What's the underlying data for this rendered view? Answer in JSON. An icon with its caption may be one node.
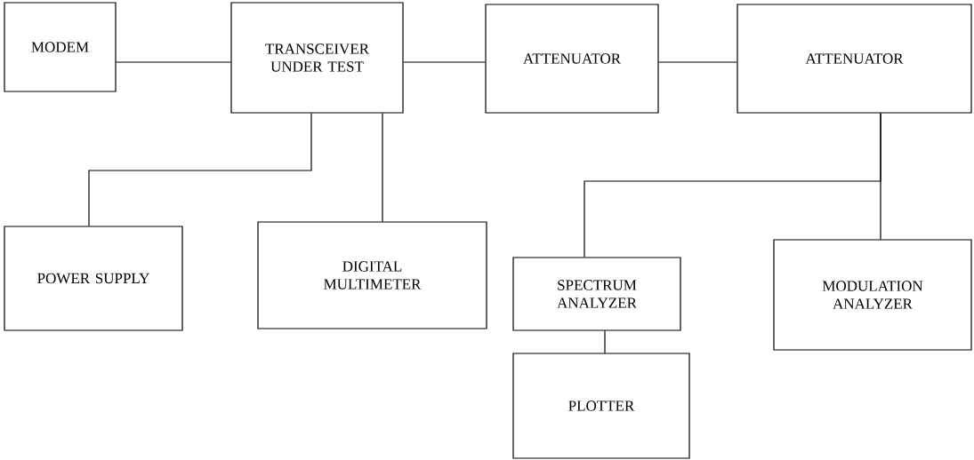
{
  "diagram": {
    "nodes": [
      {
        "text": [
          "MODEM"
        ]
      },
      {
        "text": [
          "TRANSCEIVER UNDER TEST"
        ]
      },
      {
        "text": [
          "ATTENUATOR"
        ]
      },
      {
        "text": [
          "ATTENUATOR"
        ]
      },
      {
        "text": [
          "POWER SUPPLY"
        ]
      },
      {
        "text": [
          "DIGITAL MULTIMETER"
        ]
      },
      {
        "text": [
          "SPECTRUM ANALYZER"
        ]
      },
      {
        "text": [
          "MODULATION ANALYZER"
        ]
      },
      {
        "text": [
          "PLOTTER"
        ]
      }
    ],
    "edges": [
      {
        "from": 0,
        "to": 1,
        "arrow": "none"
      },
      {
        "from": 1,
        "to": 2,
        "arrow": "none"
      },
      {
        "from": 2,
        "to": 3,
        "arrow": "none"
      },
      {
        "from": 1,
        "to": 4,
        "arrow": "none"
      },
      {
        "from": 1,
        "to": 5,
        "arrow": "none"
      },
      {
        "from": 3,
        "to": 6,
        "arrow": "none"
      },
      {
        "from": 3,
        "to": 7,
        "arrow": "none"
      },
      {
        "from": 6,
        "to": 8,
        "arrow": "none"
      }
    ]
  }
}
